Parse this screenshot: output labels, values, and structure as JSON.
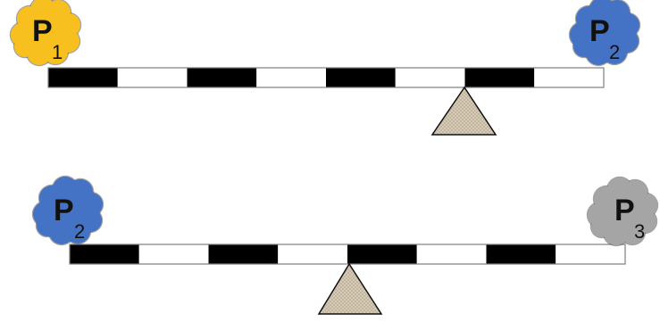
{
  "diagram": {
    "colors": {
      "yellow": "#F8C01E",
      "blue": "#4472C4",
      "gray": "#A5A5A5",
      "segment_dark": "#000000",
      "segment_light": "#FFFFFF",
      "beam_outline": "#7F7F7F",
      "fulcrum_fill": "#D8CDB9"
    },
    "balances": [
      {
        "segments": 8,
        "fulcrum_position_segments": 6,
        "left_weight": {
          "label": "P",
          "subscript": "1",
          "color": "yellow"
        },
        "right_weight": {
          "label": "P",
          "subscript": "2",
          "color": "blue"
        }
      },
      {
        "segments": 8,
        "fulcrum_position_segments": 4,
        "left_weight": {
          "label": "P",
          "subscript": "2",
          "color": "blue"
        },
        "right_weight": {
          "label": "P",
          "subscript": "3",
          "color": "gray"
        }
      }
    ]
  }
}
